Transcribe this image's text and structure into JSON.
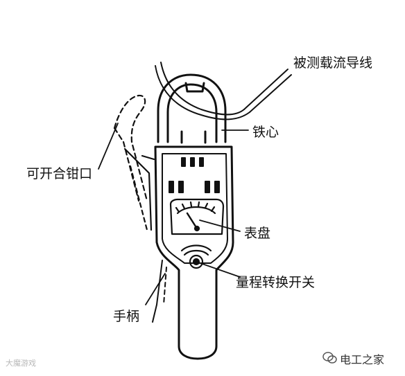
{
  "labels": {
    "conductor": "被测载流导线",
    "core": "铁心",
    "jaw": "可开合钳口",
    "dial": "表盘",
    "range_switch": "量程转换开关",
    "handle": "手柄"
  },
  "watermark": {
    "left_text": "大魔游戏",
    "right_text": "电工之家",
    "right_icon": "wechat-icon"
  },
  "colors": {
    "ink": "#111111",
    "watermark_left": "#b8b8b8",
    "watermark_right": "#333333"
  }
}
